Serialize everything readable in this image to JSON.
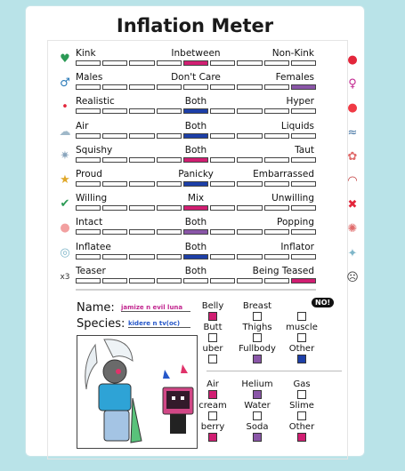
{
  "title": "Inflation Meter",
  "colors": {
    "pink": "#d11e72",
    "purple": "#8a56a8",
    "blue": "#1d3fa8",
    "bg": "#b9e3e8"
  },
  "scales": [
    {
      "left": "Kink",
      "mid": "Inbetween",
      "right": "Non-Kink",
      "fill": [
        4
      ],
      "color": "pink",
      "icon_l": "heart-icon",
      "icon_r": "red-dot-icon"
    },
    {
      "left": "Males",
      "mid": "Don't Care",
      "right": "Females",
      "fill": [
        8
      ],
      "color": "purple",
      "icon_l": "male-symbol-icon",
      "icon_r": "female-symbol-icon"
    },
    {
      "left": "Realistic",
      "mid": "Both",
      "right": "Hyper",
      "fill": [
        4
      ],
      "color": "blue",
      "icon_l": "small-dot-icon",
      "icon_r": "red-circle-icon"
    },
    {
      "left": "Air",
      "mid": "Both",
      "right": "Liquids",
      "fill": [
        4
      ],
      "color": "blue",
      "icon_l": "cloud-icon",
      "icon_r": "waves-icon"
    },
    {
      "left": "Squishy",
      "mid": "Both",
      "right": "Taut",
      "fill": [
        4
      ],
      "color": "pink",
      "icon_l": "squish-icon",
      "icon_r": "brain-icon"
    },
    {
      "left": "Proud",
      "mid": "Panicky",
      "right": "Embarrassed",
      "fill": [
        4
      ],
      "color": "blue",
      "icon_l": "star-icon",
      "icon_r": "blush-icon"
    },
    {
      "left": "Willing",
      "mid": "Mix",
      "right": "Unwilling",
      "fill": [
        4
      ],
      "color": "pink",
      "icon_l": "check-icon",
      "icon_r": "cross-icon"
    },
    {
      "left": "Intact",
      "mid": "Both",
      "right": "Popping",
      "fill": [
        4
      ],
      "color": "purple",
      "icon_l": "balloon-icon",
      "icon_r": "pop-icon"
    },
    {
      "left": "Inflatee",
      "mid": "Both",
      "right": "Inflator",
      "fill": [
        4
      ],
      "color": "blue",
      "icon_l": "inflatee-icon",
      "icon_r": "inflator-icon"
    },
    {
      "left": "Teaser",
      "mid": "Both",
      "right": "Being Teased",
      "fill": [
        8
      ],
      "color": "pink",
      "icon_l": "x3-icon",
      "icon_r": "teased-face-icon"
    }
  ],
  "x3_text": "x3",
  "name_label": "Name:",
  "name_value": "jamize n evil luna",
  "species_label": "Species:",
  "species_value": "kidere n tv(oc)",
  "no_badge": "NO!",
  "body_group": [
    {
      "label": "Belly",
      "color": "pink"
    },
    {
      "label": "Breast",
      "color": ""
    },
    {
      "label": "",
      "color": ""
    },
    {
      "label": "Butt",
      "color": ""
    },
    {
      "label": "Thighs",
      "color": ""
    },
    {
      "label": "muscle",
      "color": ""
    },
    {
      "label": "uber",
      "color": ""
    },
    {
      "label": "Fullbody",
      "color": "purple"
    },
    {
      "label": "Other",
      "color": "blue"
    }
  ],
  "fill_group": [
    {
      "label": "Air",
      "color": "pink"
    },
    {
      "label": "Helium",
      "color": "purple"
    },
    {
      "label": "Gas",
      "color": ""
    },
    {
      "label": "cream",
      "color": ""
    },
    {
      "label": "Water",
      "color": ""
    },
    {
      "label": "Slime",
      "color": ""
    },
    {
      "label": "berry",
      "color": "pink"
    },
    {
      "label": "Soda",
      "color": "purple"
    },
    {
      "label": "Other",
      "color": "pink"
    }
  ]
}
